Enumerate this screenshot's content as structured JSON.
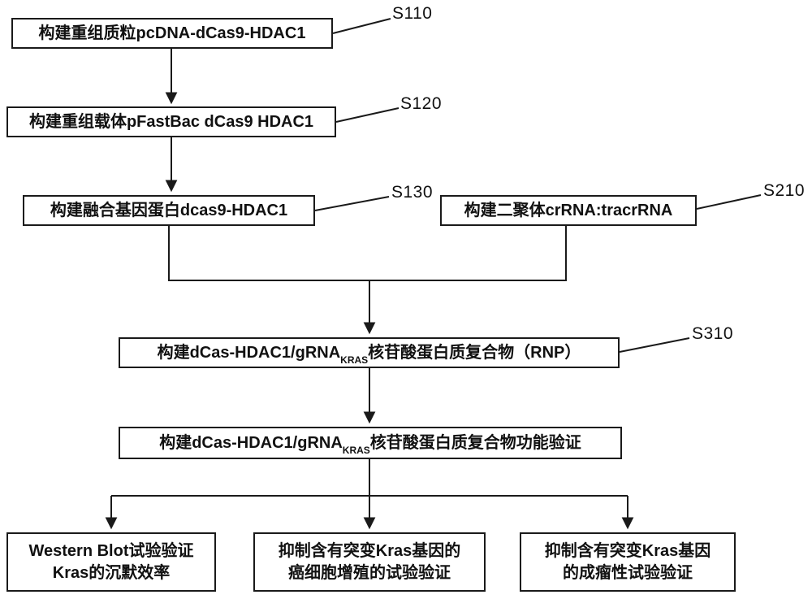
{
  "diagram": {
    "boxes": {
      "b110": {
        "text": "构建重组质粒pcDNA-dCas9-HDAC1"
      },
      "b120": {
        "text": "构建重组载体pFastBac dCas9 HDAC1"
      },
      "b130": {
        "text": "构建融合基因蛋白dcas9-HDAC1"
      },
      "b210": {
        "text": "构建二聚体crRNA:tracrRNA"
      },
      "b310": {
        "prefix": "构建dCas-HDAC1/gRNA",
        "sub": "KRAS",
        "suffix": "核苷酸蛋白质复合物（RNP）"
      },
      "b_func": {
        "prefix": "构建dCas-HDAC1/gRNA",
        "sub": "KRAS",
        "suffix": "核苷酸蛋白质复合物功能验证"
      },
      "b_western": {
        "line1": "Western Blot试验验证",
        "line2": "Kras的沉默效率"
      },
      "b_prolif": {
        "line1": "抑制含有突变Kras基因的",
        "line2": "癌细胞增殖的试验验证"
      },
      "b_tumor": {
        "line1": "抑制含有突变Kras基因",
        "line2": "的成瘤性试验验证"
      }
    },
    "labels": {
      "s110": "S110",
      "s120": "S120",
      "s130": "S130",
      "s210": "S210",
      "s310": "S310"
    },
    "colors": {
      "line": "#1a1a1a",
      "box_border": "#1a1a1a",
      "text": "#111111",
      "background": "#ffffff"
    }
  }
}
